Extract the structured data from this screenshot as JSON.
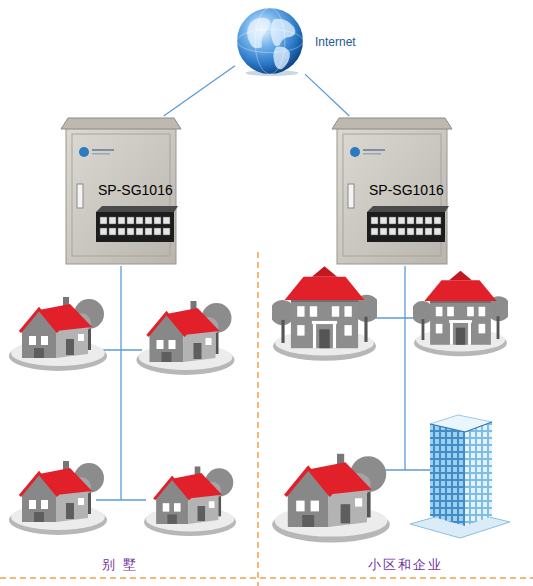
{
  "diagram": {
    "nodes": [
      {
        "text": [
          "Internet"
        ]
      },
      {
        "text": [
          "SP-SG1016"
        ]
      },
      {
        "text": [
          "SP-SG1016"
        ]
      }
    ],
    "edges": [
      {
        "from": 0,
        "to": 1,
        "arrow": "none"
      },
      {
        "from": 0,
        "to": 2,
        "arrow": "none"
      }
    ],
    "labels": [
      "别 墅",
      "小区和企业"
    ]
  }
}
